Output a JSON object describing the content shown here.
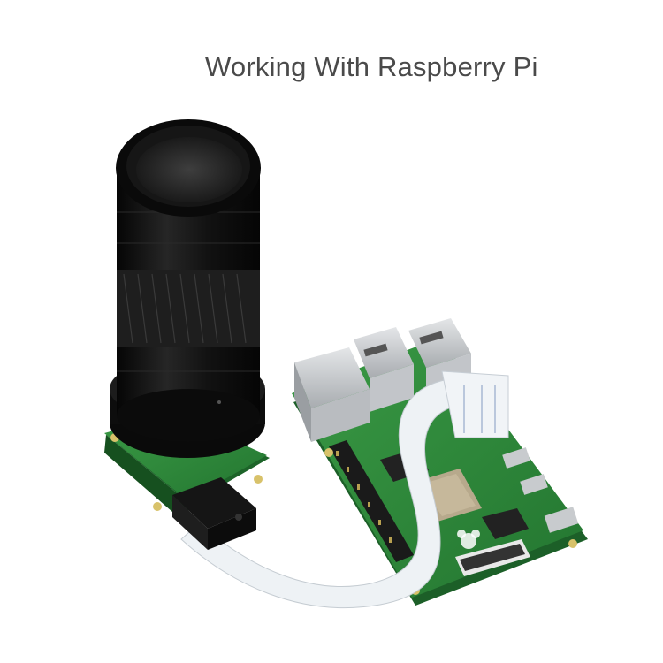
{
  "heading": {
    "text": "Working With Raspberry Pi"
  },
  "photo": {
    "objects": [
      "camera-lens",
      "camera-board",
      "ribbon-cable",
      "raspberry-pi-board"
    ],
    "colors": {
      "lens": "#121212",
      "pcb": "#2f8a3a",
      "cable": "#e9eef2",
      "metal": "#c9ccd0"
    }
  }
}
